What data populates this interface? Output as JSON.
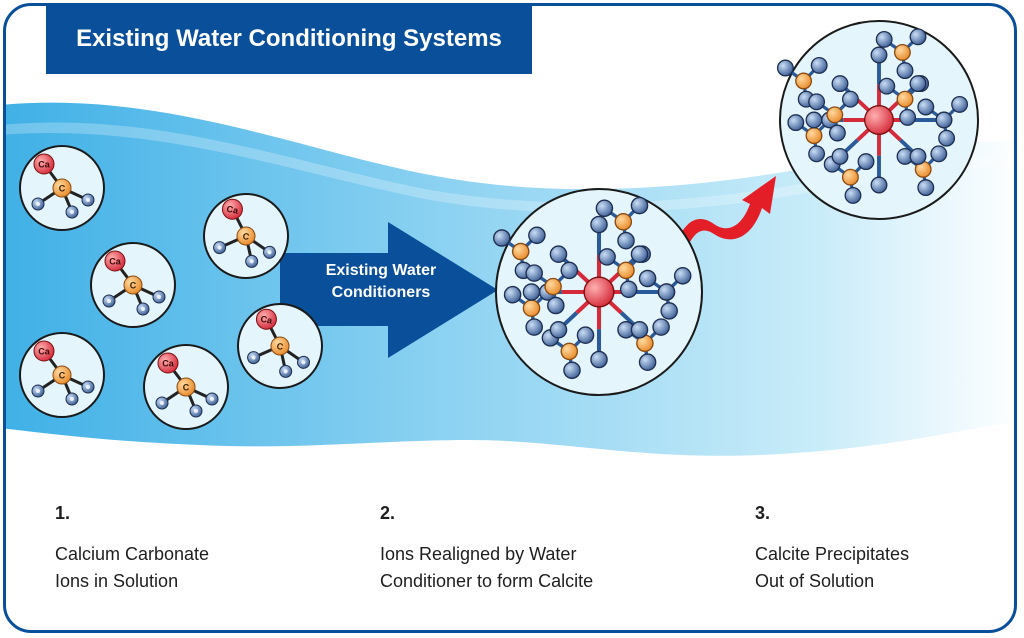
{
  "title": "Existing Water Conditioning Systems",
  "arrow_label": "Existing Water\nConditioners",
  "atom_labels": {
    "calcium": "Ca",
    "carbon": "C"
  },
  "steps": [
    {
      "number": "1.",
      "text": "Calcium Carbonate\nIons in Solution"
    },
    {
      "number": "2.",
      "text": "Ions Realigned by Water\nConditioner to form Calcite"
    },
    {
      "number": "3.",
      "text": "Calcite Precipitates\nOut of Solution"
    }
  ],
  "colors": {
    "brand_blue": "#0a4f9a",
    "water_blue": "#4fb6e6",
    "calcium_red": "#e23a3a",
    "carbon_orange": "#f0a040",
    "oxygen_blue": "#4a6fa5",
    "arrow_red": "#e41e26"
  }
}
